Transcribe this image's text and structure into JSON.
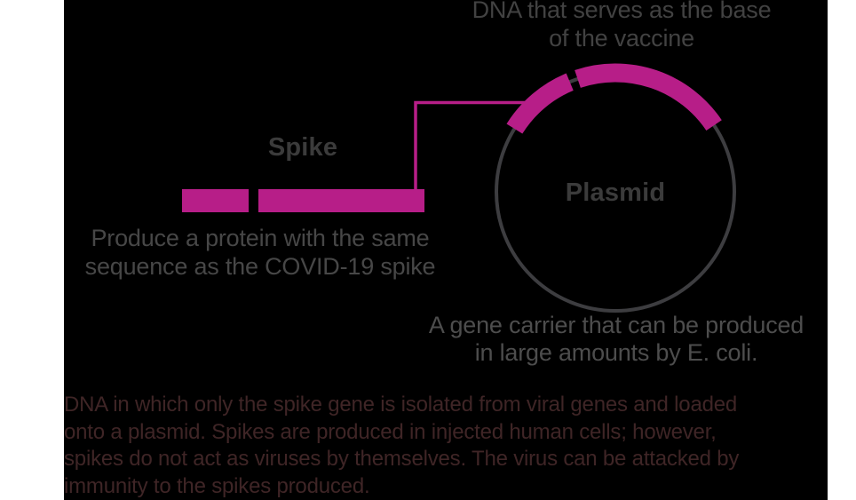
{
  "diagram": {
    "dna_caption": "DNA that serves as the base\nof the vaccine",
    "spike_label": "Spike",
    "plasmid_label": "Plasmid",
    "spike_note": "Produce a protein with the same\nsequence as the COVID-19 spike",
    "plasmid_note": "A gene carrier that can be produced\nin large amounts by E. coli.",
    "footer": "DNA in which only the spike gene is isolated from viral genes and loaded\nonto a plasmid. Spikes are produced in injected human cells; however,\nspikes do not act as viruses by themselves. The virus can be attacked by\nimmunity to the spikes produced."
  },
  "colors": {
    "page": "#ffffff",
    "background": "#000000",
    "magenta": "#b71e88",
    "circle_stroke": "#3d3d40",
    "caption_gray": "#474747",
    "label_gray": "#3b3b3b",
    "footer_maroon": "#3f2526"
  }
}
